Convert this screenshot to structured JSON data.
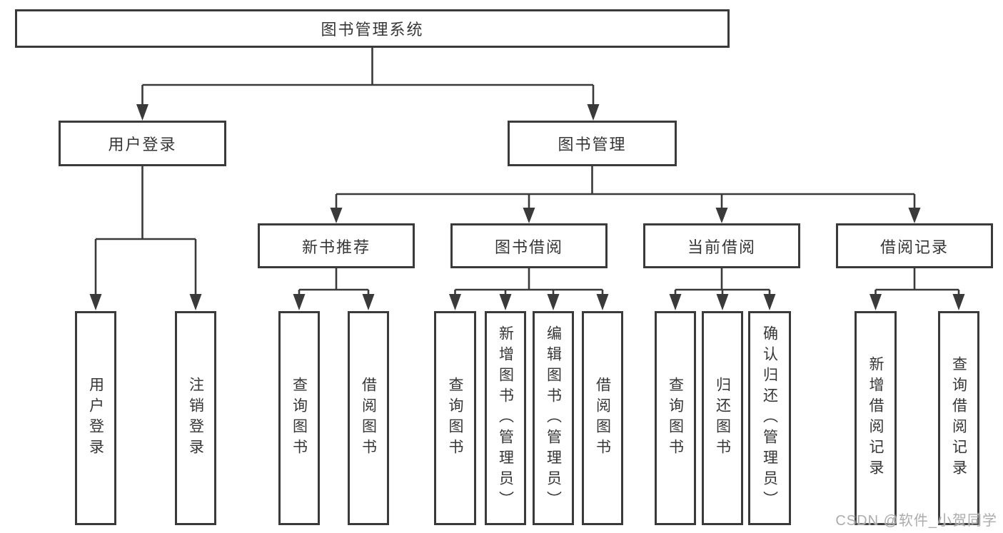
{
  "diagram": {
    "type": "hierarchy-tree",
    "nodes": {
      "root": {
        "label": "图书管理系统"
      },
      "user_login": {
        "label": "用户登录"
      },
      "book_management": {
        "label": "图书管理"
      },
      "new_book_recommend": {
        "label": "新书推荐"
      },
      "book_borrowing": {
        "label": "图书借阅"
      },
      "current_borrowing": {
        "label": "当前借阅"
      },
      "borrowing_records": {
        "label": "借阅记录"
      },
      "login_leaf": {
        "label": "用户登录"
      },
      "logout_leaf": {
        "label": "注销登录"
      },
      "recommend_query_books": {
        "label": "查询图书"
      },
      "recommend_borrow_books": {
        "label": "借阅图书"
      },
      "borrowing_query_books": {
        "label": "查询图书"
      },
      "borrowing_add_books": {
        "label": "新增图书（管理员）"
      },
      "borrowing_edit_books": {
        "label": "编辑图书（管理员）"
      },
      "borrowing_borrow_books": {
        "label": "借阅图书"
      },
      "current_query_books": {
        "label": "查询图书"
      },
      "current_return_books": {
        "label": "归还图书"
      },
      "current_confirm_return": {
        "label": "确认归还（管理员）"
      },
      "records_add_record": {
        "label": "新增借阅记录"
      },
      "records_query_record": {
        "label": "查询借阅记录"
      }
    },
    "edges": [
      [
        "root",
        "user_login"
      ],
      [
        "root",
        "book_management"
      ],
      [
        "user_login",
        "login_leaf"
      ],
      [
        "user_login",
        "logout_leaf"
      ],
      [
        "book_management",
        "new_book_recommend"
      ],
      [
        "book_management",
        "book_borrowing"
      ],
      [
        "book_management",
        "current_borrowing"
      ],
      [
        "book_management",
        "borrowing_records"
      ],
      [
        "new_book_recommend",
        "recommend_query_books"
      ],
      [
        "new_book_recommend",
        "recommend_borrow_books"
      ],
      [
        "book_borrowing",
        "borrowing_query_books"
      ],
      [
        "book_borrowing",
        "borrowing_add_books"
      ],
      [
        "book_borrowing",
        "borrowing_edit_books"
      ],
      [
        "book_borrowing",
        "borrowing_borrow_books"
      ],
      [
        "current_borrowing",
        "current_query_books"
      ],
      [
        "current_borrowing",
        "current_return_books"
      ],
      [
        "current_borrowing",
        "current_confirm_return"
      ],
      [
        "borrowing_records",
        "records_add_record"
      ],
      [
        "borrowing_records",
        "records_query_record"
      ]
    ],
    "colors": {
      "line": "#3a3a3a",
      "box_border": "#3a3a3a",
      "text": "#363636",
      "background": "#ffffff",
      "watermark": "#a8a8a8"
    }
  },
  "watermark": {
    "text": "CSDN @软件_小贺同学"
  }
}
